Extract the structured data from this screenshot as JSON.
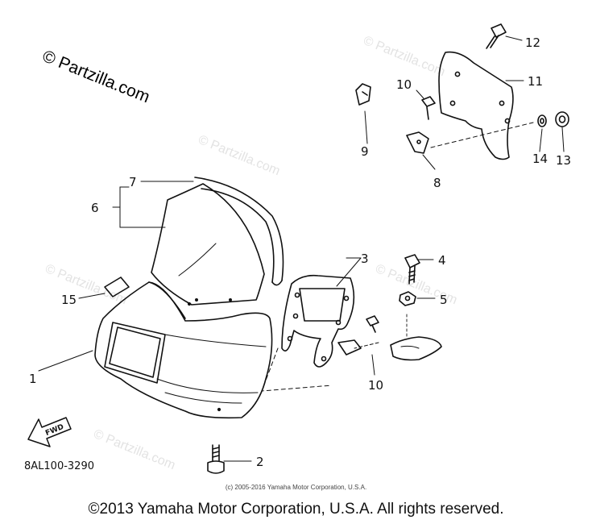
{
  "watermark": {
    "main": "© Partzilla.com",
    "faint": [
      "© Partzilla.com",
      "© Partzilla.com",
      "© Partzilla.com",
      "© Partzilla.com",
      "© Partzilla.com"
    ]
  },
  "callouts": {
    "c1": "1",
    "c2": "2",
    "c3": "3",
    "c4": "4",
    "c5": "5",
    "c6": "6",
    "c7": "7",
    "c8": "8",
    "c9": "9",
    "c10a": "10",
    "c10b": "10",
    "c11": "11",
    "c12": "12",
    "c13": "13",
    "c14": "14",
    "c15": "15"
  },
  "fwd_label": "FWD",
  "part_number": "8AL100-3290",
  "fine_copyright": "(c) 2005-2016 Yamaha Motor Corporation, U.S.A.",
  "footer_copyright": "©2013 Yamaha Motor Corporation, U.S.A. All rights reserved."
}
